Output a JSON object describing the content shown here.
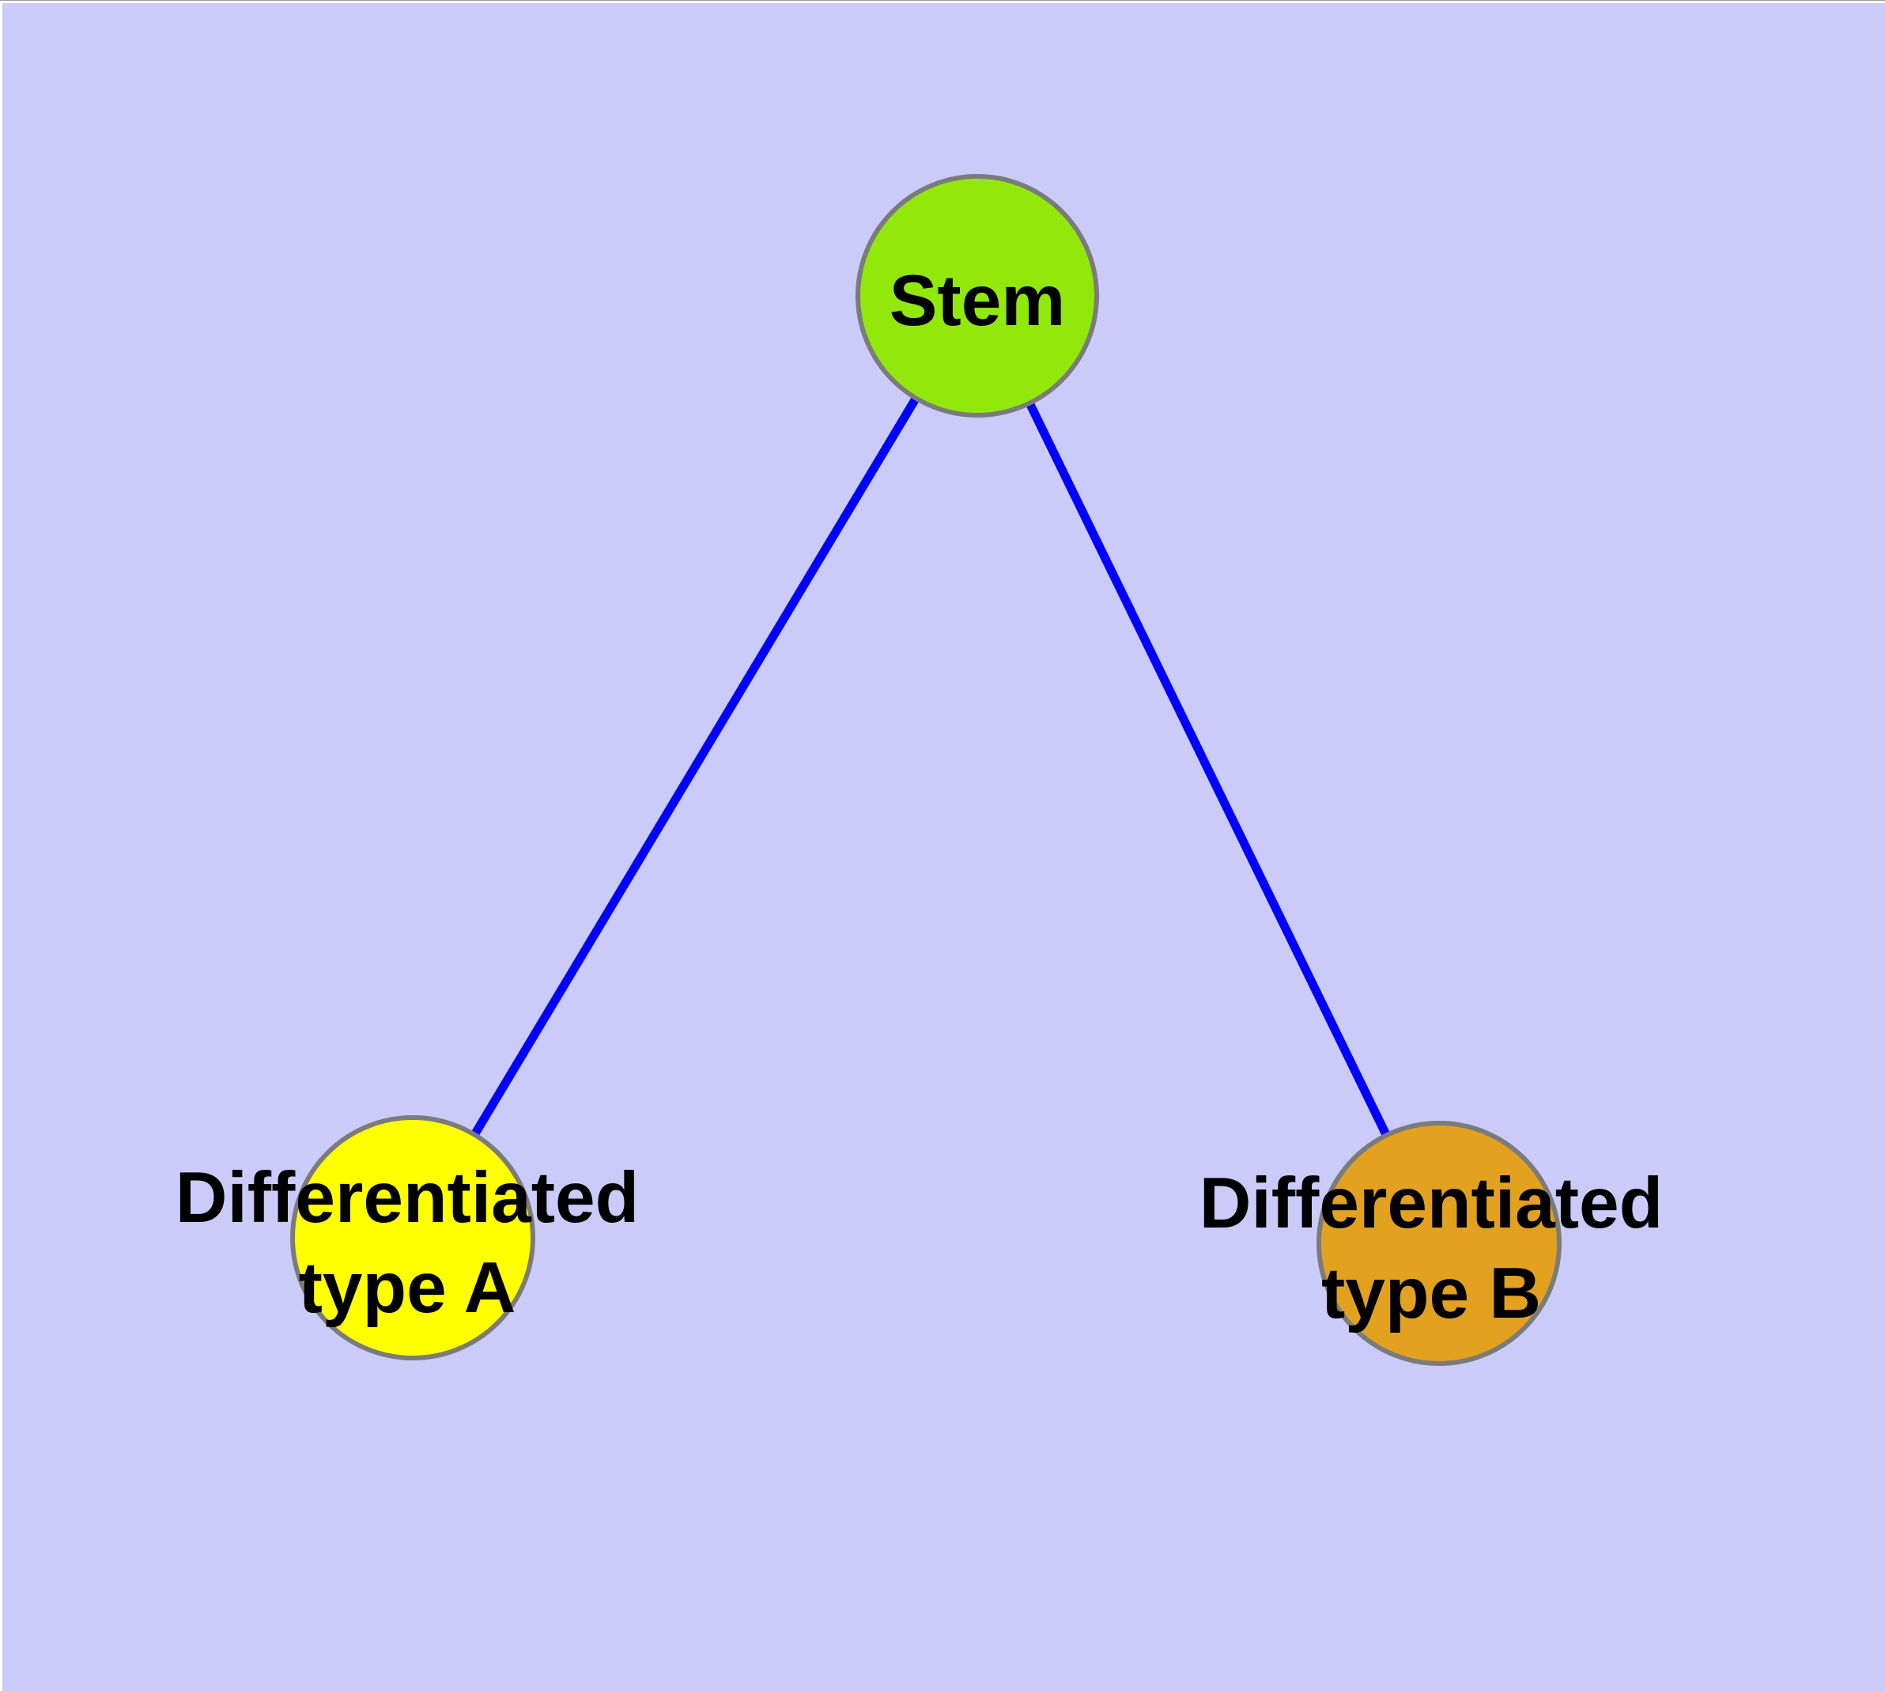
{
  "canvas": {
    "background": "#CBCBF9",
    "frame_top_line": "#9898A8",
    "frame_strip": "#FFFFFF"
  },
  "graph": {
    "nodes": [
      {
        "id": "stem",
        "label": "Stem",
        "fill": "#92E80A",
        "border": "#7B7B7B"
      },
      {
        "id": "type-a",
        "label": "Differentiated\ntype A",
        "fill": "#FFFF00",
        "border": "#7B7B7B"
      },
      {
        "id": "type-b",
        "label": "Differentiated\ntype B",
        "fill": "#E2A11F",
        "border": "#7B7B7B"
      }
    ],
    "edges": {
      "color": "#0000FC",
      "links": [
        {
          "from": "Stem",
          "to": "Differentiated type A"
        },
        {
          "from": "Stem",
          "to": "Differentiated type B"
        }
      ]
    }
  }
}
